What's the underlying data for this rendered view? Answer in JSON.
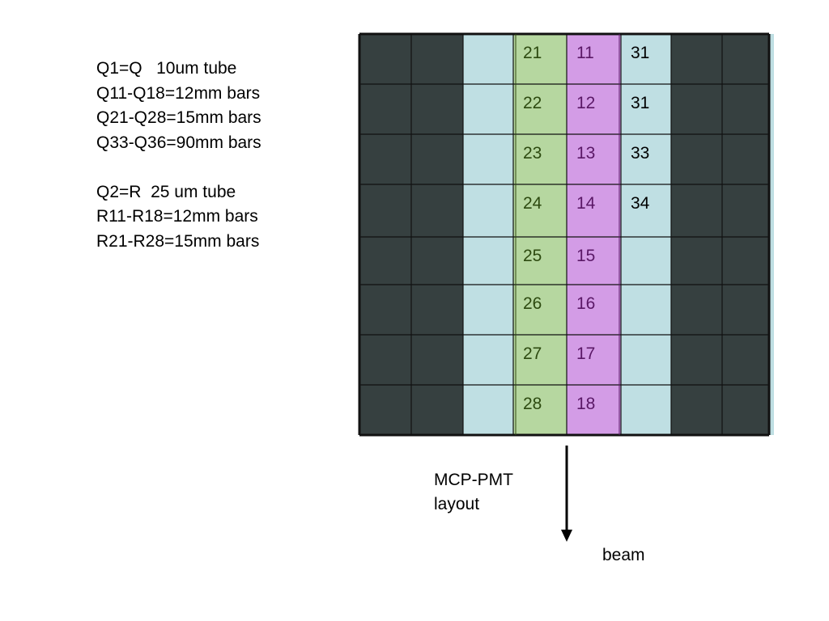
{
  "notes": [
    "Q1=Q   10um tube",
    "Q11-Q18=12mm bars",
    "Q21-Q28=15mm bars",
    "Q33-Q36=90mm bars",
    "",
    "Q2=R  25 um tube",
    "R11-R18=12mm bars",
    "R21-R28=15mm bars"
  ],
  "grid": {
    "rows": 8,
    "columns": [
      {
        "fill": "dark"
      },
      {
        "fill": "dark"
      },
      {
        "fill": "lightblue"
      },
      {
        "fill": "green",
        "labels": [
          "21",
          "22",
          "23",
          "24",
          "25",
          "26",
          "27",
          "28"
        ],
        "label_color": "#2d4a10"
      },
      {
        "fill": "purple",
        "labels": [
          "11",
          "12",
          "13",
          "14",
          "15",
          "16",
          "17",
          "18"
        ],
        "label_color": "#5a1866"
      },
      {
        "fill": "lightblue",
        "labels": [
          "31",
          "31",
          "33",
          "34",
          "",
          "",
          "",
          ""
        ],
        "label_color": "#000000"
      },
      {
        "fill": "dark"
      },
      {
        "fill": "dark"
      }
    ]
  },
  "colors": {
    "dark": "#364040",
    "lightblue": "#bfdfe3",
    "green": "#b6d7a0",
    "purple": "#d39ce6",
    "border": "#111111"
  },
  "captions": {
    "mcp_line1": "MCP-PMT",
    "mcp_line2": "layout",
    "beam": "beam"
  }
}
